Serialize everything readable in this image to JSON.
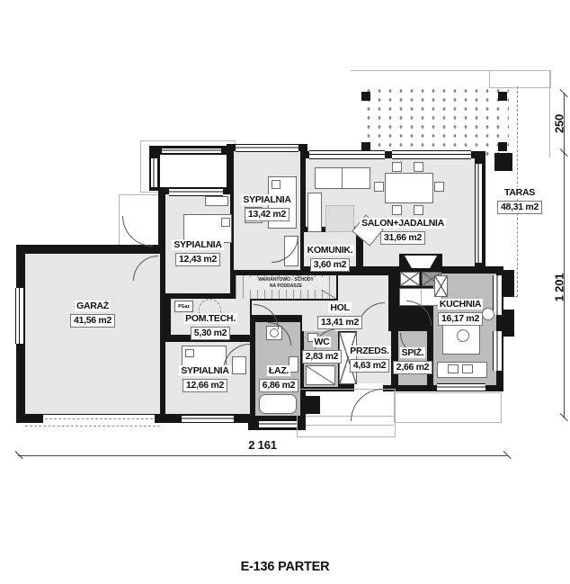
{
  "title": "E-136 PARTER",
  "rooms": {
    "garaz": {
      "name": "GARAŻ",
      "area": "41,56 m2"
    },
    "sypialnia_1": {
      "name": "SYPIALNIA",
      "area": "12,43 m2"
    },
    "sypialnia_2": {
      "name": "SYPIALNIA",
      "area": "13,42 m2"
    },
    "sypialnia_3": {
      "name": "SYPIALNIA",
      "area": "12,66 m2"
    },
    "salon_jadalnia": {
      "name": "SALON+JADALNIA",
      "area": "31,66 m2"
    },
    "komunik": {
      "name": "KOMUNIK.",
      "area": "3,60 m2"
    },
    "taras": {
      "name": "TARAS",
      "area": "48,31 m2"
    },
    "pom_tech": {
      "name": "POM.TECH.",
      "area": "5,30 m2"
    },
    "hol": {
      "name": "HOL",
      "area": "13,41 m2"
    },
    "kuchnia": {
      "name": "KUCHNIA",
      "area": "16,17 m2"
    },
    "laz": {
      "name": "ŁAZ.",
      "area": "6,86 m2"
    },
    "wc": {
      "name": "WC",
      "area": "2,83 m2"
    },
    "przeds": {
      "name": "PRZEDS.",
      "area": "4,63 m2"
    },
    "spiz": {
      "name": "SPIŻ.",
      "area": "2,66 m2"
    }
  },
  "annotations": {
    "stairs_line1": "WARIANTOWO - SCHODY",
    "stairs_line2": "NA PODDASZE",
    "boiler": "PGaz"
  },
  "dimensions": {
    "bottom_width": "2 161",
    "right_top": "250",
    "right_main": "1 201"
  },
  "colors": {
    "wall": "#161616",
    "room_light": "#e6e6e6",
    "room_dark": "#bdbdbd",
    "background": "#ffffff"
  }
}
